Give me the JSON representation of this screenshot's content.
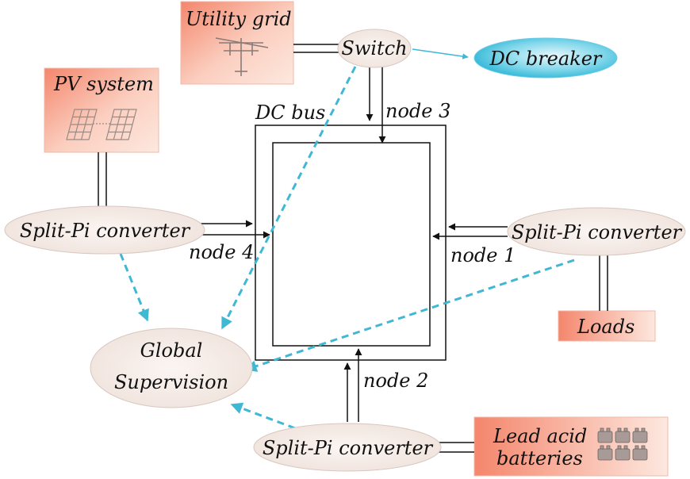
{
  "labels": {
    "utility_grid": "Utility grid",
    "switch": "Switch",
    "dc_breaker": "DC breaker",
    "pv_system": "PV system",
    "dc_bus": "DC bus",
    "node1": "node 1",
    "node2": "node 2",
    "node3": "node 3",
    "node4": "node 4",
    "converter_left": "Split-Pi converter",
    "converter_right": "Split-Pi converter",
    "converter_bottom": "Split-Pi converter",
    "global_supervision_line1": "Global",
    "global_supervision_line2": "Supervision",
    "loads": "Loads",
    "batteries_line1": "Lead acid",
    "batteries_line2": "batteries"
  },
  "colors": {
    "source_box_gradient": [
      "#f4866c",
      "#fde8df"
    ],
    "ellipse_fill": "#f3e7e1",
    "dc_breaker_fill": "#45c4e0",
    "supervision_link": "#3fb8d4"
  },
  "icons": {
    "utility_grid": "power-pole-icon",
    "pv_system": "solar-panel-icon",
    "batteries": "battery-icon"
  }
}
